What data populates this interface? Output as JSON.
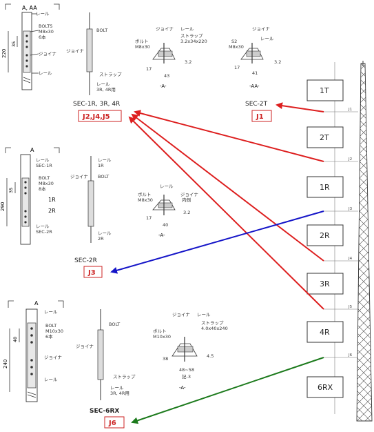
{
  "colors": {
    "red": "#dd1e1e",
    "blue": "#1515c8",
    "green": "#1c7a1c",
    "box_red": "#cc2222"
  },
  "sec1": {
    "title": "SEC-1R, 3R, 4R",
    "joints": "J2,J4,J5",
    "view_head": "A, AA",
    "bolts": [
      "BOLTS",
      "M8x30",
      "6本"
    ],
    "rail_top": "レール",
    "joiner": "ジョイナ",
    "rail_bot": "レール",
    "dim_220": "220",
    "dim_35": "35",
    "mid_bolt": "BOLT",
    "mid_joiner": "ジョイナ",
    "mid_strap": "ストラップ",
    "mid_rail": [
      "レール",
      "3R, 4R用"
    ],
    "detA_labels": [
      "ジョイナ",
      "レール",
      "ボルト",
      "M8x30",
      "ストラップ",
      "3.2x34x220"
    ],
    "detA_dims": [
      "3.2",
      "43",
      "17"
    ],
    "detA_caption": "-A-",
    "detAA_labels": [
      "ジョイナ",
      "S2",
      "M8x30",
      "レール"
    ],
    "detAA_dims": [
      "3.2",
      "41",
      "17"
    ],
    "detAA_caption": "-AA-"
  },
  "sec2t": {
    "title": "SEC-2T",
    "joint": "J1"
  },
  "sec2": {
    "title": "SEC-2R",
    "joint": "J3",
    "view_head": "A",
    "rail_top": [
      "レール",
      "SEC-1R"
    ],
    "bolts": [
      "BOLT",
      "M8x30",
      "8本"
    ],
    "tag_1r": "1R",
    "tag_2r": "2R",
    "rail_bot": [
      "レール",
      "SEC-2R"
    ],
    "dim_290": "290",
    "dim_35": "35",
    "mid_rail_top": [
      "レール",
      "1R"
    ],
    "mid_joiner": "ジョイナ",
    "mid_bolt": "BOLT",
    "mid_rail_bot": [
      "レール",
      "2R"
    ],
    "detA_labels": [
      "レール",
      "ボルト",
      "M8x30",
      "ジョイナ",
      "内側"
    ],
    "detA_dims": [
      "3.2",
      "40",
      "17"
    ],
    "detA_caption": "-A-"
  },
  "sec6": {
    "title": "SEC-6RX",
    "joint": "J6",
    "view_head": "A",
    "rail_top": "レール",
    "bolts": [
      "BOLT",
      "M10x30",
      "6本"
    ],
    "joiner": "ジョイナ",
    "rail_bot": "レール",
    "dim_240": "240",
    "dim_40": "40",
    "mid_bolt": "BOLT",
    "mid_joiner": "ジョイナ",
    "mid_strap": "ストラップ",
    "mid_rail": [
      "レール",
      "3R, 4R用"
    ],
    "detA_labels": [
      "ジョイナ",
      "レール",
      "ボルト",
      "M10x30",
      "ストラップ",
      "4.0x40x240"
    ],
    "detA_dims": [
      "4.5",
      "38",
      "48~58",
      "記-3"
    ],
    "detA_caption": "-A-"
  },
  "tower_sections": [
    "1T",
    "2T",
    "1R",
    "2R",
    "3R",
    "4R",
    "6RX"
  ],
  "tower_joints": [
    "J1",
    "J2",
    "J3",
    "J4",
    "J5",
    "J6"
  ]
}
